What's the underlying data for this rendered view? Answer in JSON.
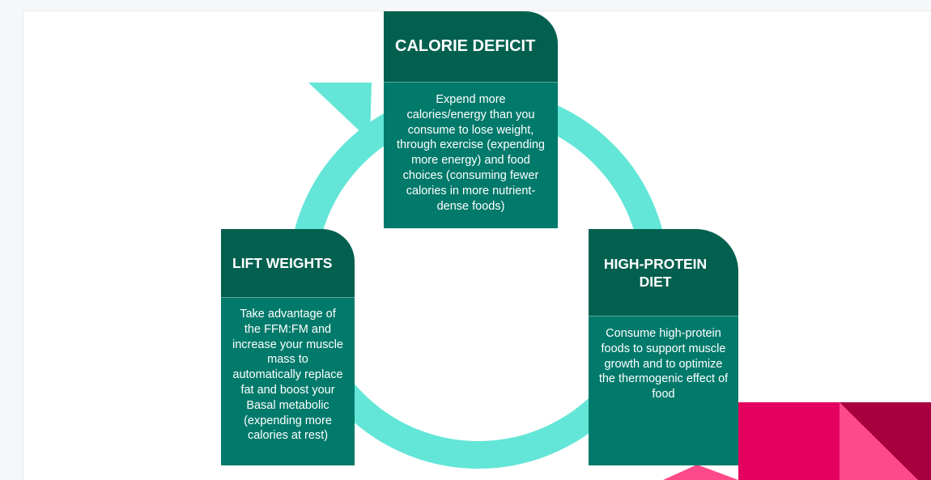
{
  "colors": {
    "card_header": "#03604f",
    "card_body": "#027a6b",
    "cycle_arrow": "#63e6d7",
    "deco_pink_light": "#ff4a8a",
    "deco_magenta": "#e3005f",
    "deco_crimson": "#a8003f"
  },
  "cards": {
    "calorie_deficit": {
      "title": "CALORIE DEFICIT",
      "body": "Expend more calories/energy than you consume to lose weight, through exercise (expending more energy) and food choices (consuming fewer calories in more nutrient-dense foods)"
    },
    "lift_weights": {
      "title": "LIFT WEIGHTS",
      "body": "Take advantage of the FFM:FM and increase your muscle mass to automatically replace fat and boost your Basal metabolic (expending more calories at rest)"
    },
    "high_protein": {
      "title": "HIGH-PROTEIN DIET",
      "body": "Consume high-protein foods to support muscle growth and to optimize the thermogenic effect of food"
    }
  }
}
